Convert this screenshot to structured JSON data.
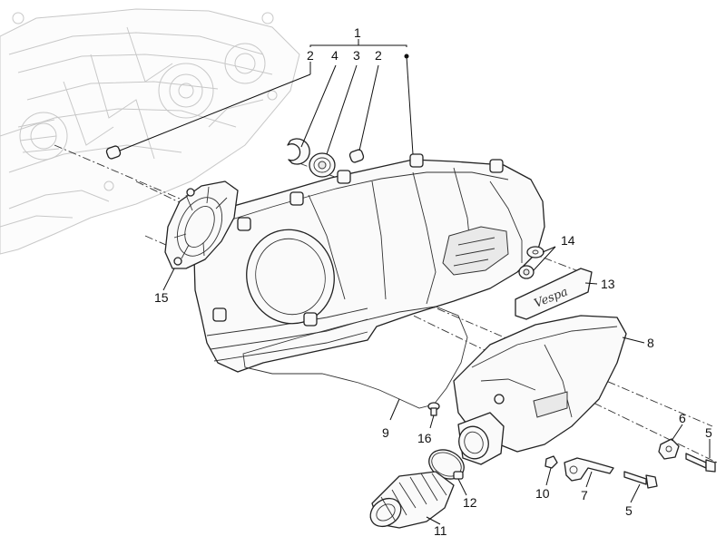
{
  "callouts": [
    {
      "id": "group",
      "text": "1"
    },
    {
      "id": "pin-left",
      "text": "2"
    },
    {
      "id": "circlip",
      "text": "4"
    },
    {
      "id": "bearing",
      "text": "3"
    },
    {
      "id": "pin-right",
      "text": "2"
    },
    {
      "id": "gasket-ring",
      "text": "14"
    },
    {
      "id": "badge",
      "text": "13"
    },
    {
      "id": "air-duct",
      "text": "8"
    },
    {
      "id": "shield",
      "text": "15"
    },
    {
      "id": "cover-gasket",
      "text": "9"
    },
    {
      "id": "screw-16",
      "text": "16"
    },
    {
      "id": "clip-6",
      "text": "6"
    },
    {
      "id": "bolt-5-right",
      "text": "5"
    },
    {
      "id": "nut-10",
      "text": "10"
    },
    {
      "id": "bracket-7",
      "text": "7"
    },
    {
      "id": "bolt-5-bottom",
      "text": "5"
    },
    {
      "id": "clamp-12",
      "text": "12"
    },
    {
      "id": "hose-11",
      "text": "11"
    }
  ],
  "badge_script": "Vespa",
  "colors": {
    "ink": "#111111",
    "ghost": "#c8c8c8",
    "background": "#ffffff"
  }
}
